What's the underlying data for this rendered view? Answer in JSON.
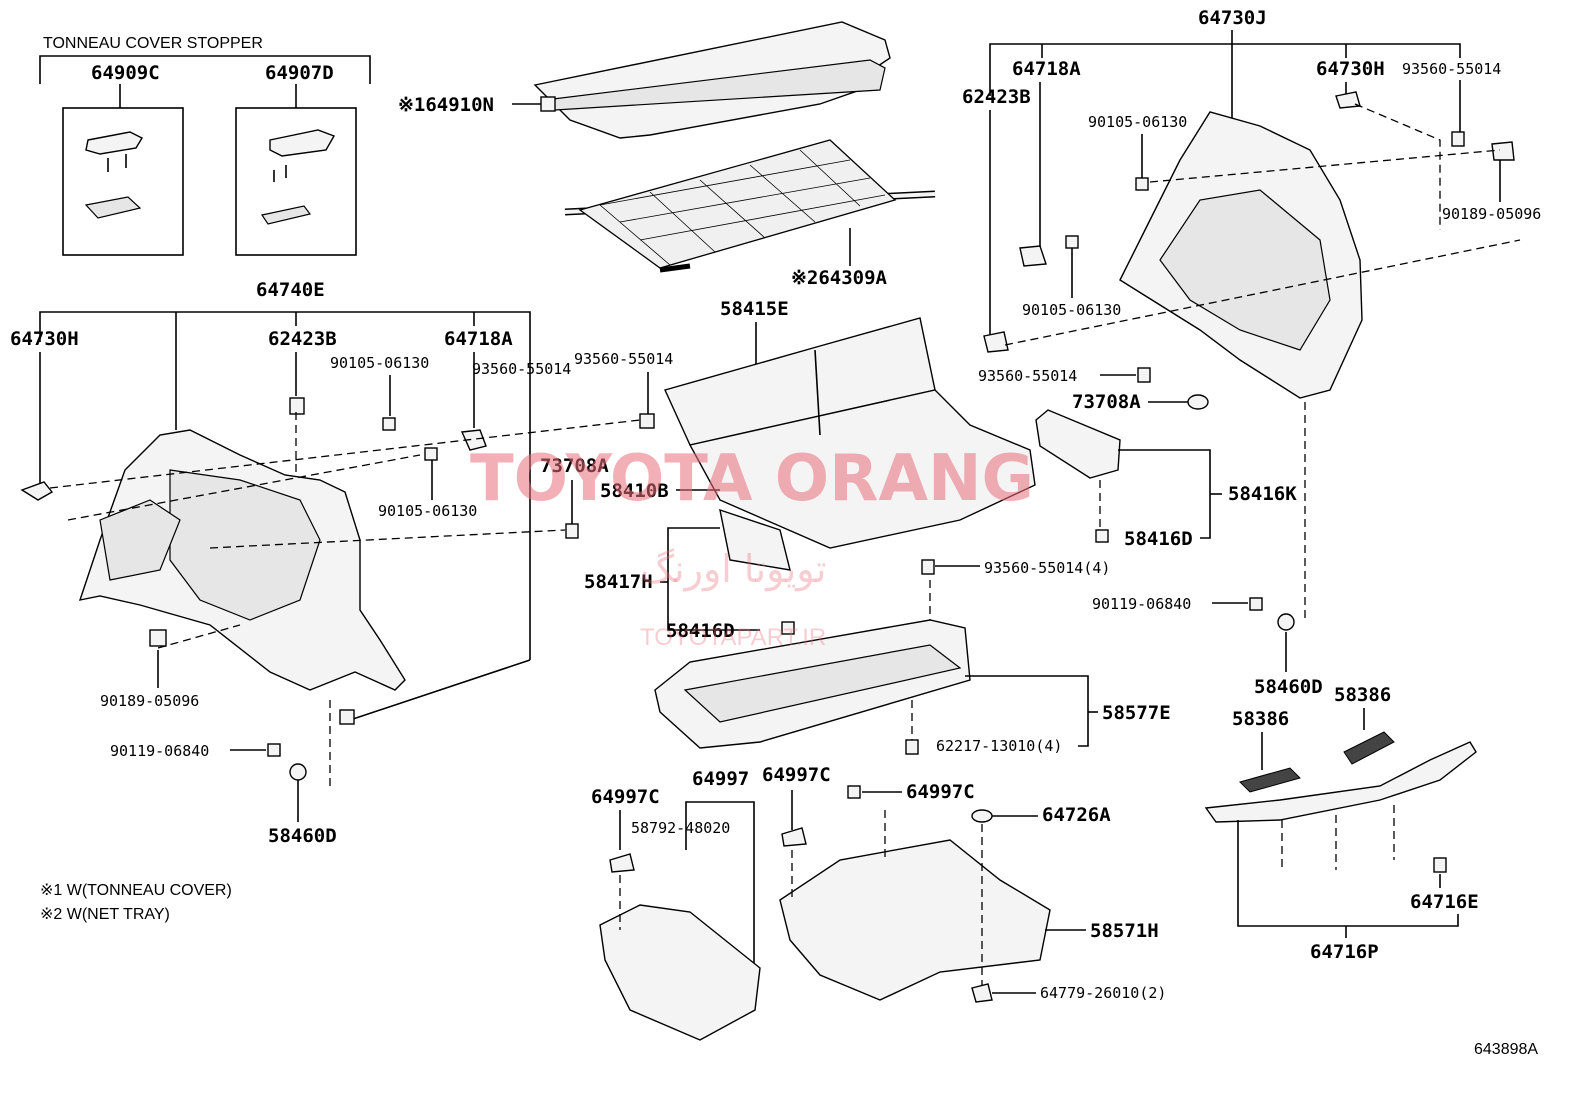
{
  "header": {
    "tonneau_group_title": "TONNEAU COVER STOPPER"
  },
  "parts": {
    "p64909C": "64909C",
    "p64907D": "64907D",
    "p64910N": "※164910N",
    "p64309A": "※264309A",
    "p64740E": "64740E",
    "p64730H_left": "64730H",
    "p62423B_left": "62423B",
    "p64718A_left": "64718A",
    "p90105_06130_left_a": "90105-06130",
    "p93560_55014_left": "93560-55014",
    "p90105_06130_left_b": "90105-06130",
    "p90189_05096_left": "90189-05096",
    "p90119_06840_left": "90119-06840",
    "p58460D_left": "58460D",
    "p73708A_left": "73708A",
    "p93560_55014_mid": "93560-55014",
    "p58415E": "58415E",
    "p58410B": "58410B",
    "p58417H": "58417H",
    "p58416D_mid": "58416D",
    "p93560_55014_4": "93560-55014(4)",
    "p58577E": "58577E",
    "p62217_13010_4": "62217-13010(4)",
    "p64997": "64997",
    "p64997C_a": "64997C",
    "p58792_48020": "58792-48020",
    "p64997C_b": "64997C",
    "p64997C_c": "64997C",
    "p64726A": "64726A",
    "p58571H": "58571H",
    "p64779_26010_2": "64779-26010(2)",
    "p64730J": "64730J",
    "p64718A_right": "64718A",
    "p62423B_right": "62423B",
    "p64730H_right": "64730H",
    "p93560_55014_right_top": "93560-55014",
    "p90105_06130_right_a": "90105-06130",
    "p90105_06130_right_b": "90105-06130",
    "p90189_05096_right": "90189-05096",
    "p93560_55014_right": "93560-55014",
    "p73708A_right": "73708A",
    "p58416K": "58416K",
    "p58416D_right": "58416D",
    "p90119_06840_right": "90119-06840",
    "p58460D_right": "58460D",
    "p58386_a": "58386",
    "p58386_b": "58386",
    "p64716E": "64716E",
    "p64716P": "64716P"
  },
  "notes": {
    "note1": "※1 W(TONNEAU COVER)",
    "note2": "※2 W(NET TRAY)"
  },
  "footer": {
    "illustration_code": "643898A"
  },
  "watermark": {
    "main": "TOYOTA ORANG",
    "arabic": "تویوتا اورنگ",
    "site": "TOYOTAPART.IR"
  }
}
